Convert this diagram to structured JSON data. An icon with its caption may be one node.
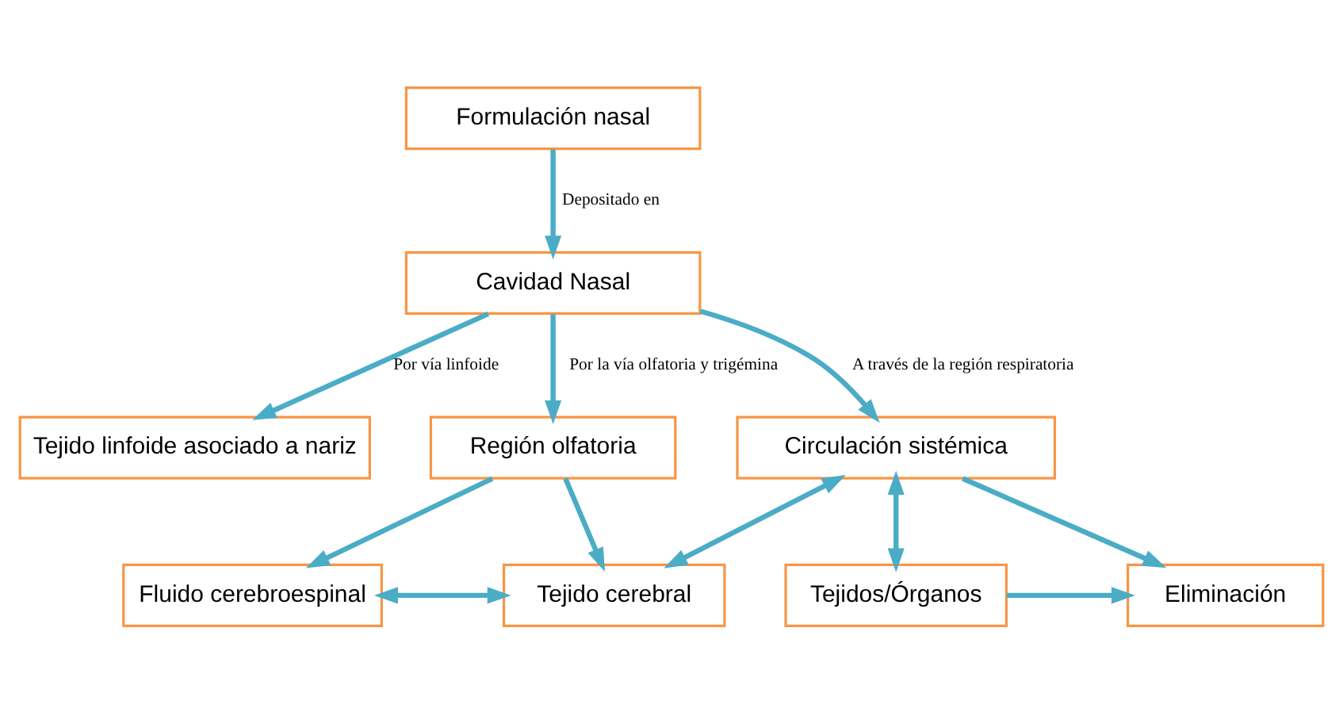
{
  "diagram": {
    "nodes": [
      {
        "text": [
          "Formulación nasal"
        ]
      },
      {
        "text": [
          "Cavidad Nasal"
        ]
      },
      {
        "text": [
          "Tejido linfoide asociado a nariz"
        ]
      },
      {
        "text": [
          "Región olfatoria"
        ]
      },
      {
        "text": [
          "Circulación sistémica"
        ]
      },
      {
        "text": [
          "Eliminación"
        ]
      },
      {
        "text": [
          "Tejidos/Órganos"
        ]
      },
      {
        "text": [
          "Tejido cerebral"
        ]
      },
      {
        "text": [
          "Fluido cerebroespinal"
        ]
      }
    ],
    "edges": [
      {
        "from": 0,
        "to": 1,
        "arrow": "to",
        "label": "Depositado en"
      },
      {
        "from": 1,
        "to": 2,
        "arrow": "to",
        "label": "Por vía linfoide"
      },
      {
        "from": 1,
        "to": 4,
        "arrow": "to",
        "label": "A través de la región respiratoria"
      },
      {
        "from": 1,
        "to": 3,
        "arrow": "to",
        "label": "Por la vía olfatoria y trigémina"
      },
      {
        "from": 3,
        "to": 7,
        "arrow": "to"
      },
      {
        "from": 3,
        "to": 8,
        "arrow": "to"
      },
      {
        "from": 4,
        "to": 5,
        "arrow": "to"
      },
      {
        "from": 4,
        "to": 6,
        "arrow": "both"
      },
      {
        "from": 4,
        "to": 7,
        "arrow": "both"
      },
      {
        "from": 6,
        "to": 5,
        "arrow": "to"
      },
      {
        "from": 7,
        "to": 8,
        "arrow": "both"
      }
    ]
  }
}
